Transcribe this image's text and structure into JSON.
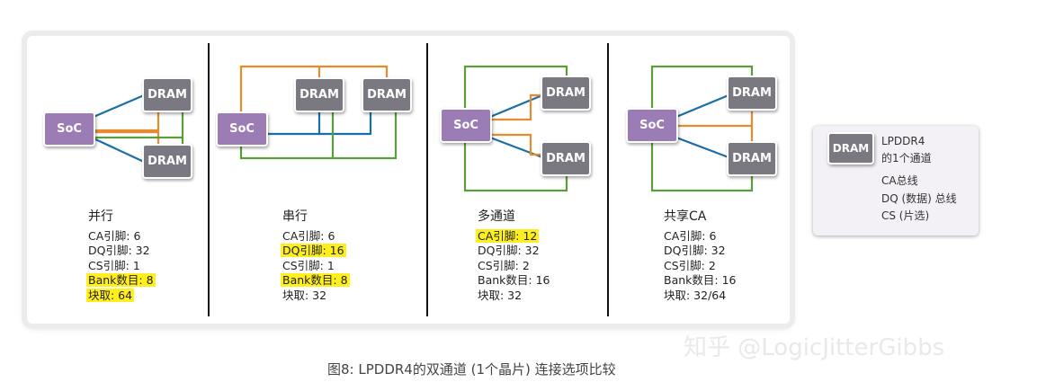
{
  "box_labels": {
    "dram": "DRAM",
    "soc": "SoC"
  },
  "colors": {
    "ca": "#e88a2e",
    "dq": "#1b6ea8",
    "cs": "#5a9e3c",
    "soc": "#9b7cb4",
    "dram": "#7a7880",
    "highlight": "#ffef1e"
  },
  "configs": [
    {
      "title": "并行",
      "ca": "CA引脚: 6",
      "dq": "DQ引脚: 32",
      "cs": "CS引脚: 1",
      "bank": "Bank数目: 8",
      "burst": "块取: 64"
    },
    {
      "title": "串行",
      "ca": "CA引脚: 6",
      "dq": "DQ引脚: 16",
      "cs": "CS引脚: 1",
      "bank": "Bank数目: 8",
      "burst": "块取: 32"
    },
    {
      "title": "多通道",
      "ca": "CA引脚: 12",
      "dq": "DQ引脚: 32",
      "cs": "CS引脚: 2",
      "bank": "Bank数目: 16",
      "burst": "块取: 32"
    },
    {
      "title": "共享CA",
      "ca": "CA引脚: 6",
      "dq": "DQ引脚: 32",
      "cs": "CS引脚: 2",
      "bank": "Bank数目: 16",
      "burst": "块取: 32/64"
    }
  ],
  "legend": {
    "dram_label": "DRAM",
    "dram_desc_1": "LPDDR4",
    "dram_desc_2": "的1个通道",
    "ca": "CA总线",
    "dq": "DQ (数据) 总线",
    "cs": "CS (片选)"
  },
  "caption": "图8: LPDDR4的双通道 (1个晶片) 连接选项比较",
  "watermark": "知乎 @LogicJitterGibbs"
}
